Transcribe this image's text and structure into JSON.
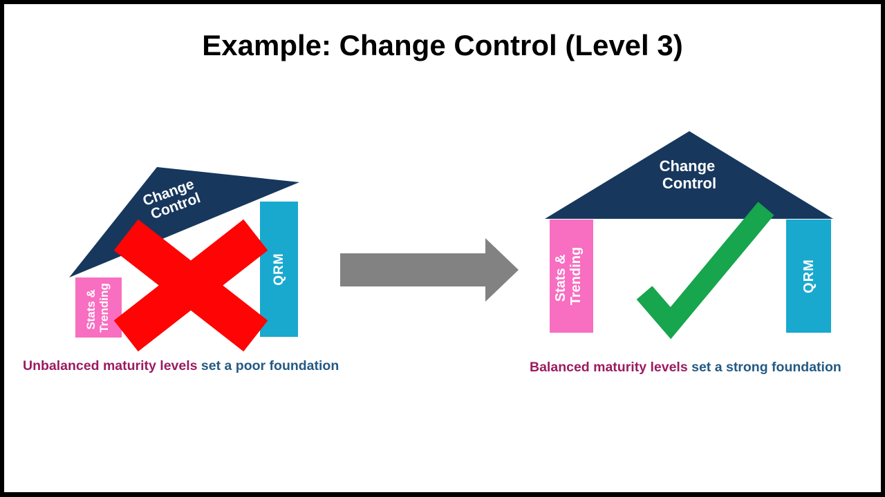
{
  "slide_title": "Example: Change Control (Level 3)",
  "left_diagram": {
    "roof": {
      "line1": "Change",
      "line2": "Control"
    },
    "pillar_stats": {
      "line1": "Stats &",
      "line2": "Trending"
    },
    "pillar_qrm": {
      "label": "QRM"
    },
    "status_icon": "red-cross",
    "caption": {
      "highlight": "Unbalanced maturity levels",
      "rest": " set a poor foundation"
    }
  },
  "arrow": {
    "icon": "right-arrow"
  },
  "right_diagram": {
    "roof": {
      "line1": "Change",
      "line2": "Control"
    },
    "pillar_stats": {
      "line1": "Stats &",
      "line2": "Trending"
    },
    "pillar_qrm": {
      "label": "QRM"
    },
    "status_icon": "green-check",
    "caption": {
      "highlight": "Balanced maturity levels",
      "rest": " set a strong foundation"
    }
  },
  "colors": {
    "roof_navy": "#17375D",
    "pillar_pink": "#F86EC1",
    "pillar_cyan": "#19A9CE",
    "cross_red": "#FE0404",
    "check_green": "#17A54D",
    "arrow_gray": "#828282",
    "caption_highlight": "#9B1B60",
    "caption_rest": "#235A84",
    "title_black": "#000000"
  }
}
